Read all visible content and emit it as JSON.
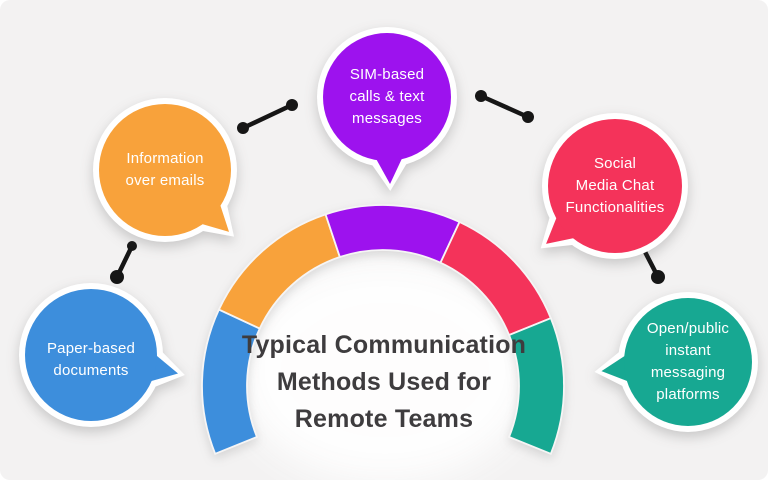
{
  "canvas": {
    "background_color": "#f3f2f2"
  },
  "title": {
    "text": "Typical Communication\nMethods Used for\nRemote Teams",
    "color": "#3e3c3e"
  },
  "bubbles": [
    {
      "name": "paper-based-documents",
      "label": "Paper-based\ndocuments",
      "color": "#3d8edc"
    },
    {
      "name": "information-over-emails",
      "label": "Information\nover emails",
      "color": "#f8a23b"
    },
    {
      "name": "sim-based-calls-text-messages",
      "label": "SIM-based\ncalls & text\nmessages",
      "color": "#9d12ee"
    },
    {
      "name": "social-media-chat-functionalities",
      "label": "Social\nMedia Chat\nFunctionalities",
      "color": "#f4335a"
    },
    {
      "name": "open-public-instant-messaging-platforms",
      "label": "Open/public\ninstant messaging\nplatforms",
      "color": "#17a892"
    }
  ],
  "gauge": {
    "segments": [
      "paper-based-documents",
      "information-over-emails",
      "sim-based-calls-text-messages",
      "social-media-chat-functionalities",
      "open-public-instant-messaging-platforms"
    ]
  },
  "connectors": {
    "color": "#161616",
    "count": 4
  },
  "label_text_color": "#ffffff"
}
